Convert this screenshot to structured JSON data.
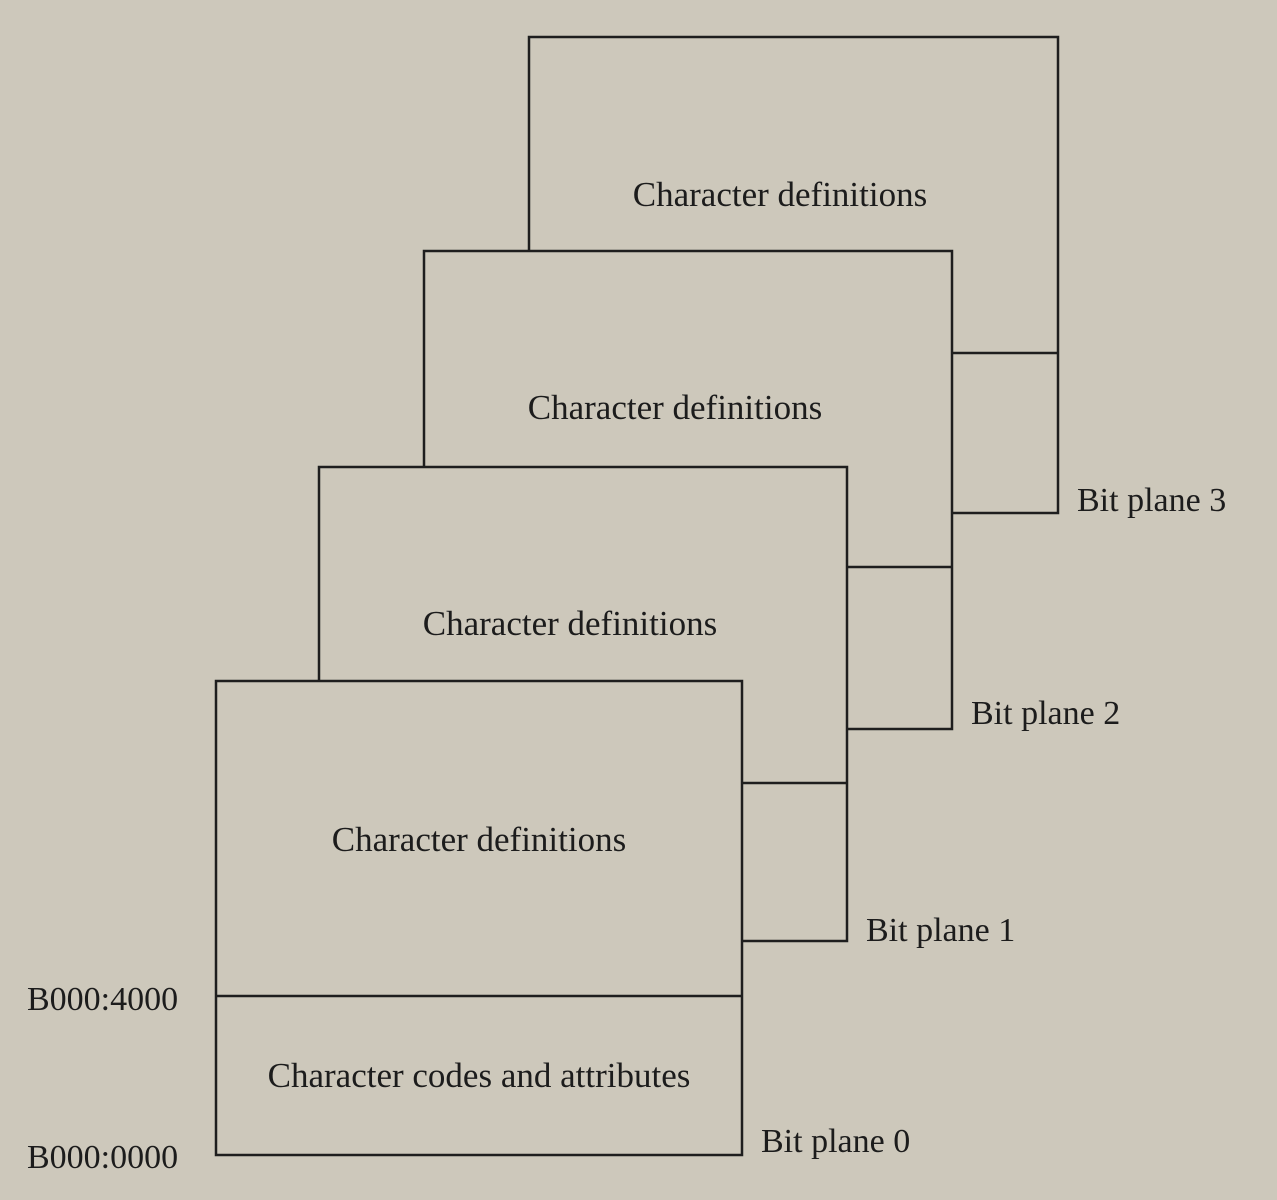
{
  "planes": [
    {
      "label": "Bit plane 0",
      "upper": "Character definitions",
      "lower": "Character codes and attributes"
    },
    {
      "label": "Bit plane 1",
      "upper": "Character definitions"
    },
    {
      "label": "Bit plane 2",
      "upper": "Character definitions"
    },
    {
      "label": "Bit plane 3",
      "upper": "Character definitions"
    }
  ],
  "addresses": {
    "top": "B000:4000",
    "bottom": "B000:0000"
  }
}
